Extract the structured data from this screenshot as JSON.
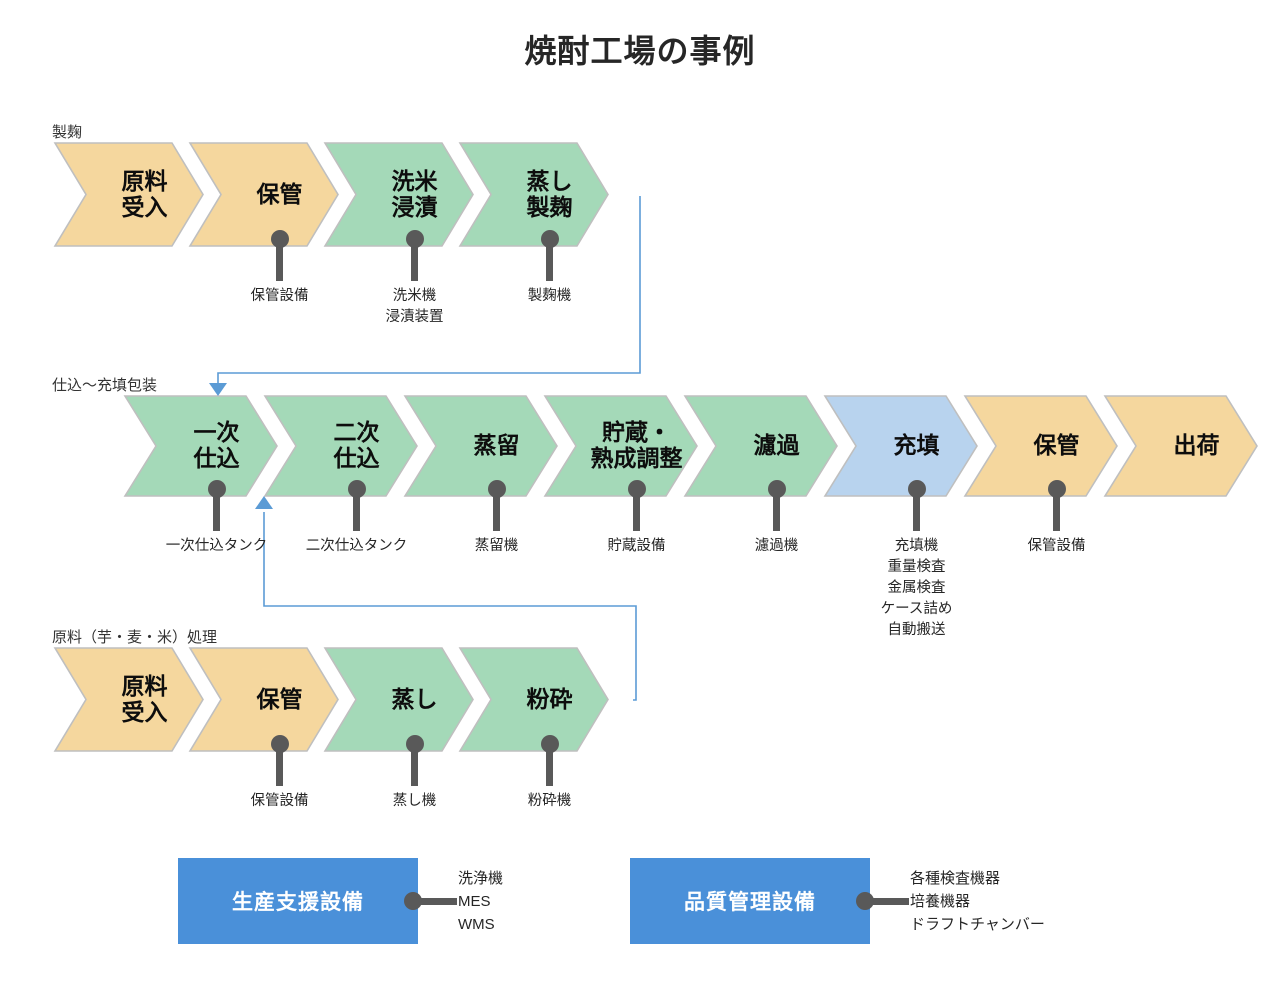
{
  "title": "焼酎工場の事例",
  "colors": {
    "orange": "#f5d79e",
    "green": "#a4d9b8",
    "blue": "#b8d3ee",
    "chevron_border": "#bfbfbf",
    "pin": "#595959",
    "connector": "#5b9bd5",
    "support_box": "#4a90d9",
    "text": "#0d0d0d"
  },
  "rows": [
    {
      "label": "製麹",
      "steps": [
        {
          "name": "原料受入",
          "lines": [
            "原料",
            "受入"
          ],
          "color": "orange",
          "equipment": []
        },
        {
          "name": "保管",
          "lines": [
            "保管"
          ],
          "color": "orange",
          "equipment": [
            "保管設備"
          ]
        },
        {
          "name": "洗米浸漬",
          "lines": [
            "洗米",
            "浸漬"
          ],
          "color": "green",
          "equipment": [
            "洗米機",
            "浸漬装置"
          ]
        },
        {
          "name": "蒸し製麹",
          "lines": [
            "蒸し",
            "製麹"
          ],
          "color": "green",
          "equipment": [
            "製麹機"
          ]
        }
      ]
    },
    {
      "label": "仕込～充填包装",
      "steps": [
        {
          "name": "一次仕込",
          "lines": [
            "一次",
            "仕込"
          ],
          "color": "green",
          "equipment": [
            "一次仕込タンク"
          ]
        },
        {
          "name": "二次仕込",
          "lines": [
            "二次",
            "仕込"
          ],
          "color": "green",
          "equipment": [
            "二次仕込タンク"
          ]
        },
        {
          "name": "蒸留",
          "lines": [
            "蒸留"
          ],
          "color": "green",
          "equipment": [
            "蒸留機"
          ]
        },
        {
          "name": "貯蔵・熟成調整",
          "lines": [
            "貯蔵・",
            "熟成調整"
          ],
          "color": "green",
          "equipment": [
            "貯蔵設備"
          ]
        },
        {
          "name": "濾過",
          "lines": [
            "濾過"
          ],
          "color": "green",
          "equipment": [
            "濾過機"
          ]
        },
        {
          "name": "充填",
          "lines": [
            "充填"
          ],
          "color": "blue",
          "equipment": [
            "充填機",
            "重量検査",
            "金属検査",
            "ケース詰め",
            "自動搬送"
          ]
        },
        {
          "name": "保管",
          "lines": [
            "保管"
          ],
          "color": "orange",
          "equipment": [
            "保管設備"
          ]
        },
        {
          "name": "出荷",
          "lines": [
            "出荷"
          ],
          "color": "orange",
          "equipment": []
        }
      ]
    },
    {
      "label": "原料（芋・麦・米）処理",
      "steps": [
        {
          "name": "原料受入",
          "lines": [
            "原料",
            "受入"
          ],
          "color": "orange",
          "equipment": []
        },
        {
          "name": "保管",
          "lines": [
            "保管"
          ],
          "color": "orange",
          "equipment": [
            "保管設備"
          ]
        },
        {
          "name": "蒸し",
          "lines": [
            "蒸し"
          ],
          "color": "green",
          "equipment": [
            "蒸し機"
          ]
        },
        {
          "name": "粉砕",
          "lines": [
            "粉砕"
          ],
          "color": "green",
          "equipment": [
            "粉砕機"
          ]
        }
      ]
    }
  ],
  "support": [
    {
      "title": "生産支援設備",
      "items": [
        "洗浄機",
        "MES",
        "WMS"
      ]
    },
    {
      "title": "品質管理設備",
      "items": [
        "各種検査機器",
        "培養機器",
        "ドラフトチャンバー"
      ]
    }
  ],
  "connectors": [
    {
      "name": "koji-to-shikomi",
      "from": "蒸し製麹",
      "to": "一次仕込"
    },
    {
      "name": "genryo-to-nijishikomi",
      "from": "粉砕",
      "to": "二次仕込"
    }
  ]
}
